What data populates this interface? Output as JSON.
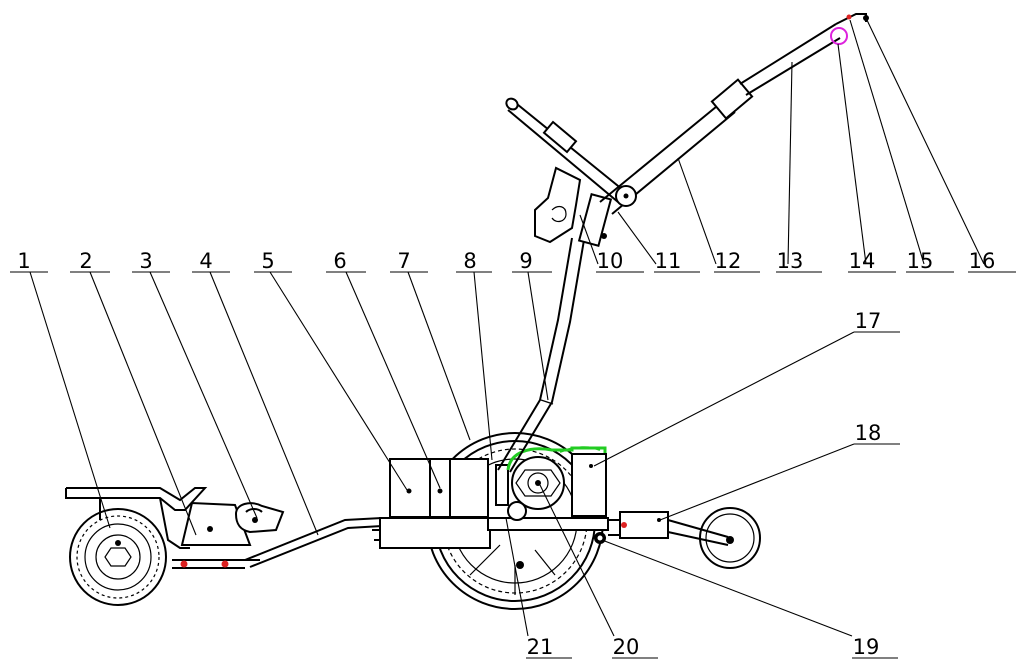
{
  "callouts": [
    {
      "id": "1",
      "label": "1"
    },
    {
      "id": "2",
      "label": "2"
    },
    {
      "id": "3",
      "label": "3"
    },
    {
      "id": "4",
      "label": "4"
    },
    {
      "id": "5",
      "label": "5"
    },
    {
      "id": "6",
      "label": "6"
    },
    {
      "id": "7",
      "label": "7"
    },
    {
      "id": "8",
      "label": "8"
    },
    {
      "id": "9",
      "label": "9"
    },
    {
      "id": "10",
      "label": "10"
    },
    {
      "id": "11",
      "label": "11"
    },
    {
      "id": "12",
      "label": "12"
    },
    {
      "id": "13",
      "label": "13"
    },
    {
      "id": "14",
      "label": "14"
    },
    {
      "id": "15",
      "label": "15"
    },
    {
      "id": "16",
      "label": "16"
    },
    {
      "id": "17",
      "label": "17"
    },
    {
      "id": "18",
      "label": "18"
    },
    {
      "id": "19",
      "label": "19"
    },
    {
      "id": "20",
      "label": "20"
    },
    {
      "id": "21",
      "label": "21"
    }
  ],
  "colors": {
    "line": "#000000",
    "highlight_green": "#22cc22",
    "marker_red": "#dd2222",
    "marker_magenta": "#dd22dd"
  }
}
